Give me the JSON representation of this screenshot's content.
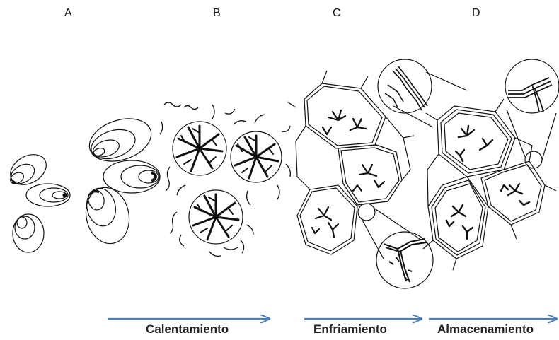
{
  "panels": [
    {
      "id": "A",
      "label": "A"
    },
    {
      "id": "B",
      "label": "B"
    },
    {
      "id": "C",
      "label": "C"
    },
    {
      "id": "D",
      "label": "D"
    }
  ],
  "stages": [
    {
      "label": "Calentamiento"
    },
    {
      "label": "Enfriamiento"
    },
    {
      "label": "Almacenamiento"
    }
  ],
  "colors": {
    "ink": "#111111",
    "arrow": "#4a7ebb"
  }
}
